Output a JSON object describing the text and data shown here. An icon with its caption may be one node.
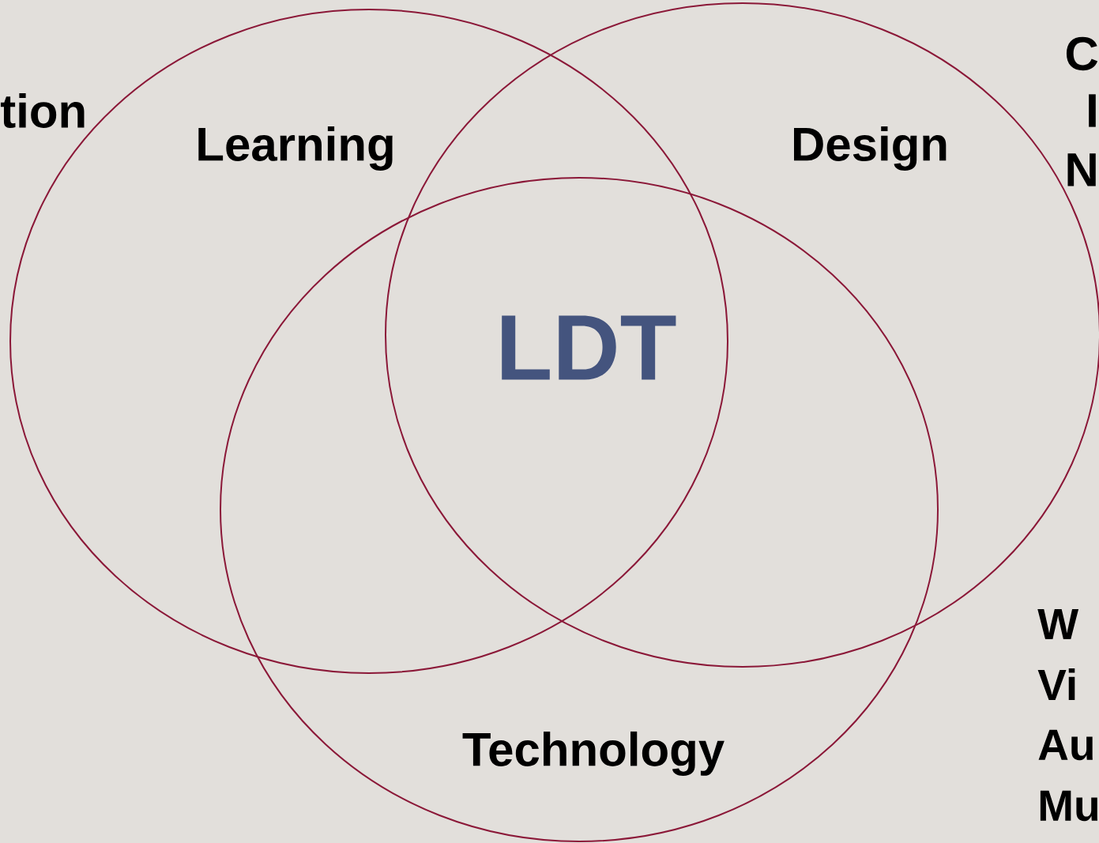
{
  "diagram": {
    "nodes": [
      {
        "text": [
          "Learning"
        ]
      },
      {
        "text": [
          "Design"
        ]
      },
      {
        "text": [
          "Technology"
        ]
      }
    ],
    "labels": [
      "LDT",
      "tion",
      "C",
      "I",
      "N",
      "W",
      "Vi",
      "Au",
      "Mu"
    ]
  }
}
